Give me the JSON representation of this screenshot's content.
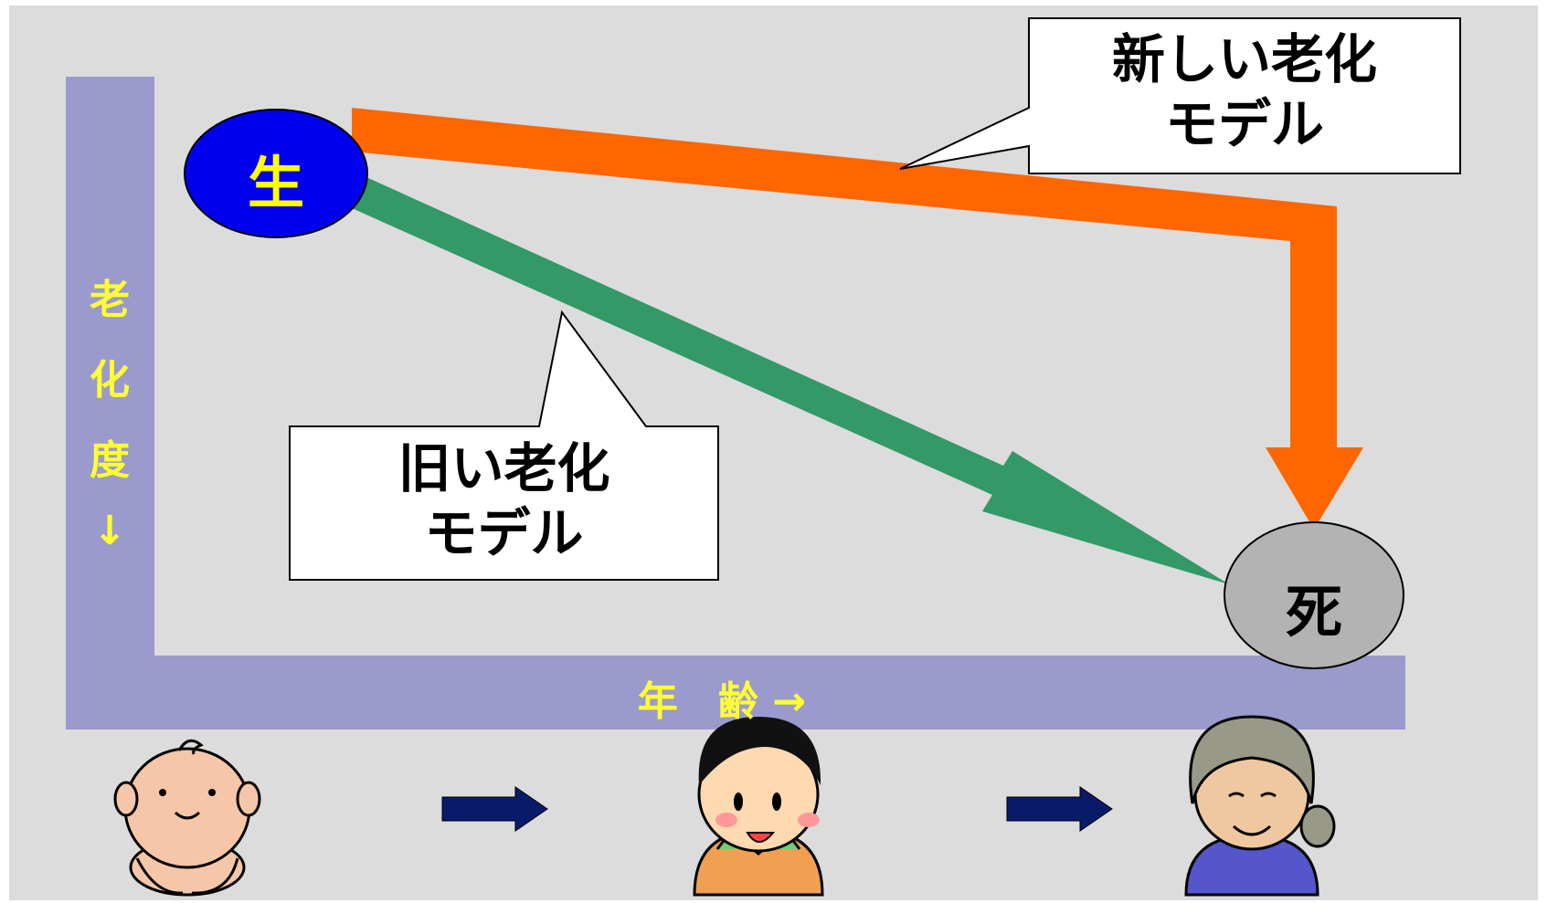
{
  "nodes": {
    "birth": "生",
    "death": "死"
  },
  "callouts": {
    "new_model": {
      "line1": "新しい老化",
      "line2": "モデル"
    },
    "old_model": {
      "line1": "旧い老化",
      "line2": "モデル"
    }
  },
  "axes": {
    "y_label": [
      "老",
      "化",
      "度",
      "↓"
    ],
    "x_label": "年　齢 →"
  },
  "life_stages": [
    "baby",
    "adult-woman",
    "elderly-woman"
  ],
  "colors": {
    "background": "#dcdcdc",
    "axis_bar": "#9999cc",
    "axis_text": "#ffff33",
    "new_model_arrow": "#ff6600",
    "old_model_arrow": "#339966",
    "birth_circle": "#0000ee",
    "death_circle": "#b3b3b3",
    "stage_arrow": "#0a1a6b"
  }
}
